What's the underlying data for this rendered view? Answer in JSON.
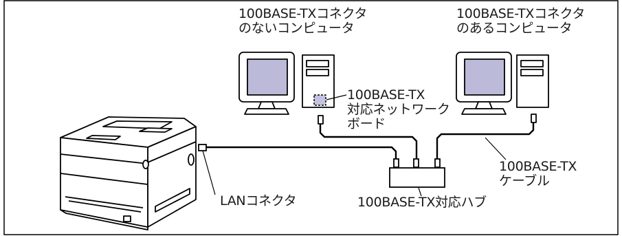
{
  "labels": {
    "computer_without_connector": [
      "100BASE-TXコネクタ",
      "のないコンピュータ"
    ],
    "computer_with_connector": [
      "100BASE-TXコネクタ",
      "のあるコンピュータ"
    ],
    "network_board": [
      "100BASE-TX",
      "対応ネットワーク",
      "ボード"
    ],
    "cable": [
      "100BASE-TX",
      "ケーブル"
    ],
    "lan_connector": "LANコネクタ",
    "hub": "100BASE-TX対応ハブ"
  },
  "colors": {
    "screen": "#bcbad9",
    "board": "#c4c2e2",
    "line": "#000000",
    "frame": "#000000"
  },
  "icons": {
    "printer": "laser-printer-icon",
    "computer": "desktop-computer-icon",
    "hub": "network-hub-icon"
  }
}
